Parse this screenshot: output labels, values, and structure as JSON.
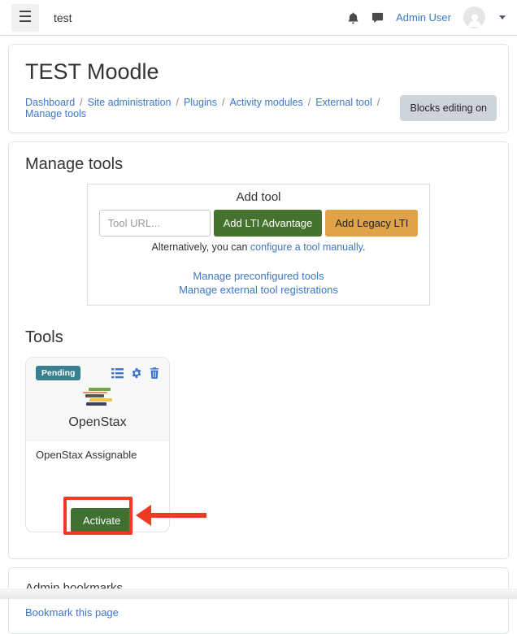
{
  "navbar": {
    "site_name": "test",
    "user_name": "Admin User"
  },
  "header": {
    "title": "TEST Moodle",
    "breadcrumbs": [
      "Dashboard",
      "Site administration",
      "Plugins",
      "Activity modules",
      "External tool",
      "Manage tools"
    ],
    "separator": "/",
    "blocks_editing_button": "Blocks editing on"
  },
  "manage_tools": {
    "heading": "Manage tools",
    "add_tool": {
      "title": "Add tool",
      "url_placeholder": "Tool URL...",
      "add_lti_advantage_button": "Add LTI Advantage",
      "add_legacy_lti_button": "Add Legacy LTI",
      "alt_text_prefix": "Alternatively, you can ",
      "alt_link": "configure a tool manually",
      "alt_text_suffix": ".",
      "links": [
        "Manage preconfigured tools",
        "Manage external tool registrations"
      ]
    },
    "tools_heading": "Tools",
    "tool_card": {
      "status": "Pending",
      "name": "OpenStax",
      "description": "OpenStax Assignable",
      "activate_button": "Activate"
    }
  },
  "bookmarks": {
    "heading": "Admin bookmarks",
    "link": "Bookmark this page"
  },
  "colors": {
    "link_blue": "#3e76c5",
    "button_green": "#45722f",
    "button_orange": "#e0a347",
    "badge_teal": "#37808f",
    "annotation_red": "#ee3b26"
  }
}
